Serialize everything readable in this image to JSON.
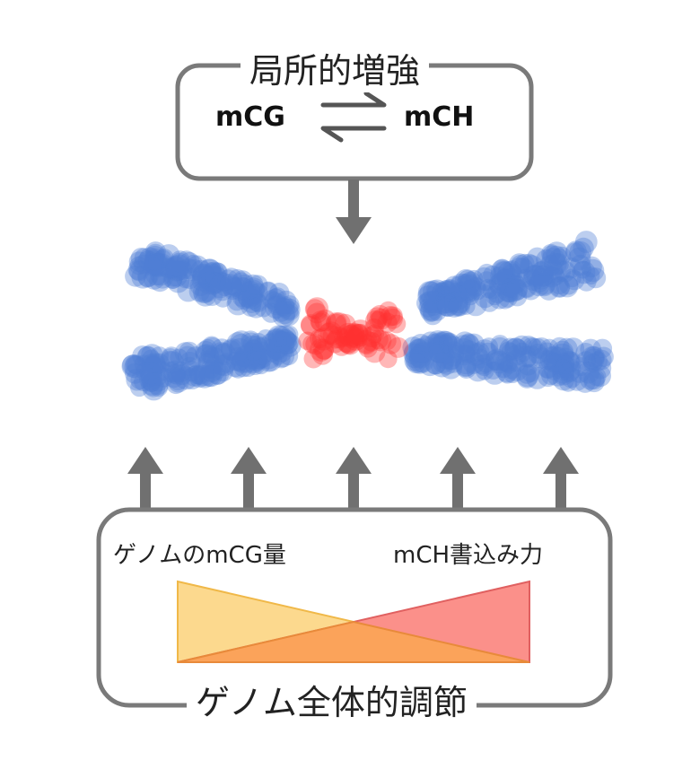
{
  "local": {
    "title": "局所的増強",
    "left_species": "mCG",
    "right_species": "mCH"
  },
  "global": {
    "title": "ゲノム全体的調節",
    "left_label": "ゲノムのmCG量",
    "right_label": "mCH書込み力"
  },
  "colors": {
    "box_border": "#7a7a7a",
    "arrow": "#707070",
    "chromatin_arm": "#4f7fd6",
    "chromatin_center": "#ff3030",
    "left_triangle": "#fcd98e",
    "right_triangle": "#fb8a84",
    "overlap": "#fba35a"
  },
  "icons": {
    "equilibrium": "equilibrium-arrows-icon",
    "up_arrow": "up-arrow-icon",
    "down_arrow": "down-arrow-icon"
  }
}
